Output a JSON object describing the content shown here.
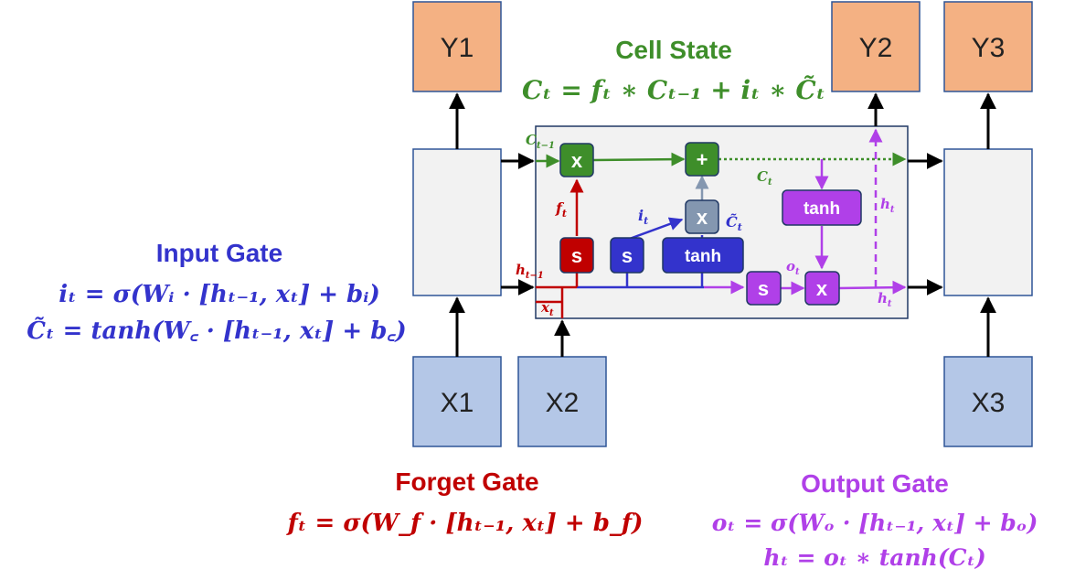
{
  "colors": {
    "outBox": "#f4b183",
    "inBox": "#b4c7e7",
    "cellBox": "#f2f2f2",
    "green": "#3e8e2a",
    "red": "#c00000",
    "blue": "#3333cc",
    "gray": "#8497b0",
    "purple": "#b040e8"
  },
  "outputs": {
    "y1": "Y1",
    "y2": "Y2",
    "y3": "Y3"
  },
  "inputs": {
    "x1": "X1",
    "x2": "X2",
    "x3": "X3"
  },
  "nodes": {
    "forget_mult": "x",
    "add": "+",
    "input_mult": "x",
    "sigma_forget": "s",
    "sigma_input": "s",
    "tanh_candidate": "tanh",
    "tanh_cell": "tanh",
    "sigma_output": "s",
    "output_mult": "x"
  },
  "wire_labels": {
    "c_prev": "C",
    "c_prev_sub": "t−1",
    "c_t": "C",
    "c_t_sub": "t",
    "f_t": "f",
    "f_t_sub": "t",
    "i_t": "i",
    "i_t_sub": "t",
    "c_tilde": "C̃",
    "c_tilde_sub": "t",
    "o_t": "o",
    "o_t_sub": "t",
    "h_t_up": "h",
    "h_t_up_sub": "t",
    "h_prev": "h",
    "h_prev_sub": "t−1",
    "x_t": "x",
    "x_t_sub": "t",
    "h_t_out": "h",
    "h_t_out_sub": "t"
  },
  "cell_state": {
    "title": "Cell State",
    "formula": "Cₜ = fₜ ∗ Cₜ₋₁ + iₜ ∗ C̃ₜ"
  },
  "input_gate": {
    "title": "Input Gate",
    "formula1": "iₜ = σ(Wᵢ · [hₜ₋₁, xₜ] + bᵢ)",
    "formula2": "C̃ₜ = tanh(W꜀ · [hₜ₋₁, xₜ] + b꜀)"
  },
  "forget_gate": {
    "title": "Forget Gate",
    "formula": "fₜ = σ(W_f · [hₜ₋₁, xₜ] + b_f)"
  },
  "output_gate": {
    "title": "Output Gate",
    "formula1": "oₜ = σ(Wₒ · [hₜ₋₁, xₜ] + bₒ)",
    "formula2": "hₜ = oₜ ∗ tanh(Cₜ)"
  }
}
